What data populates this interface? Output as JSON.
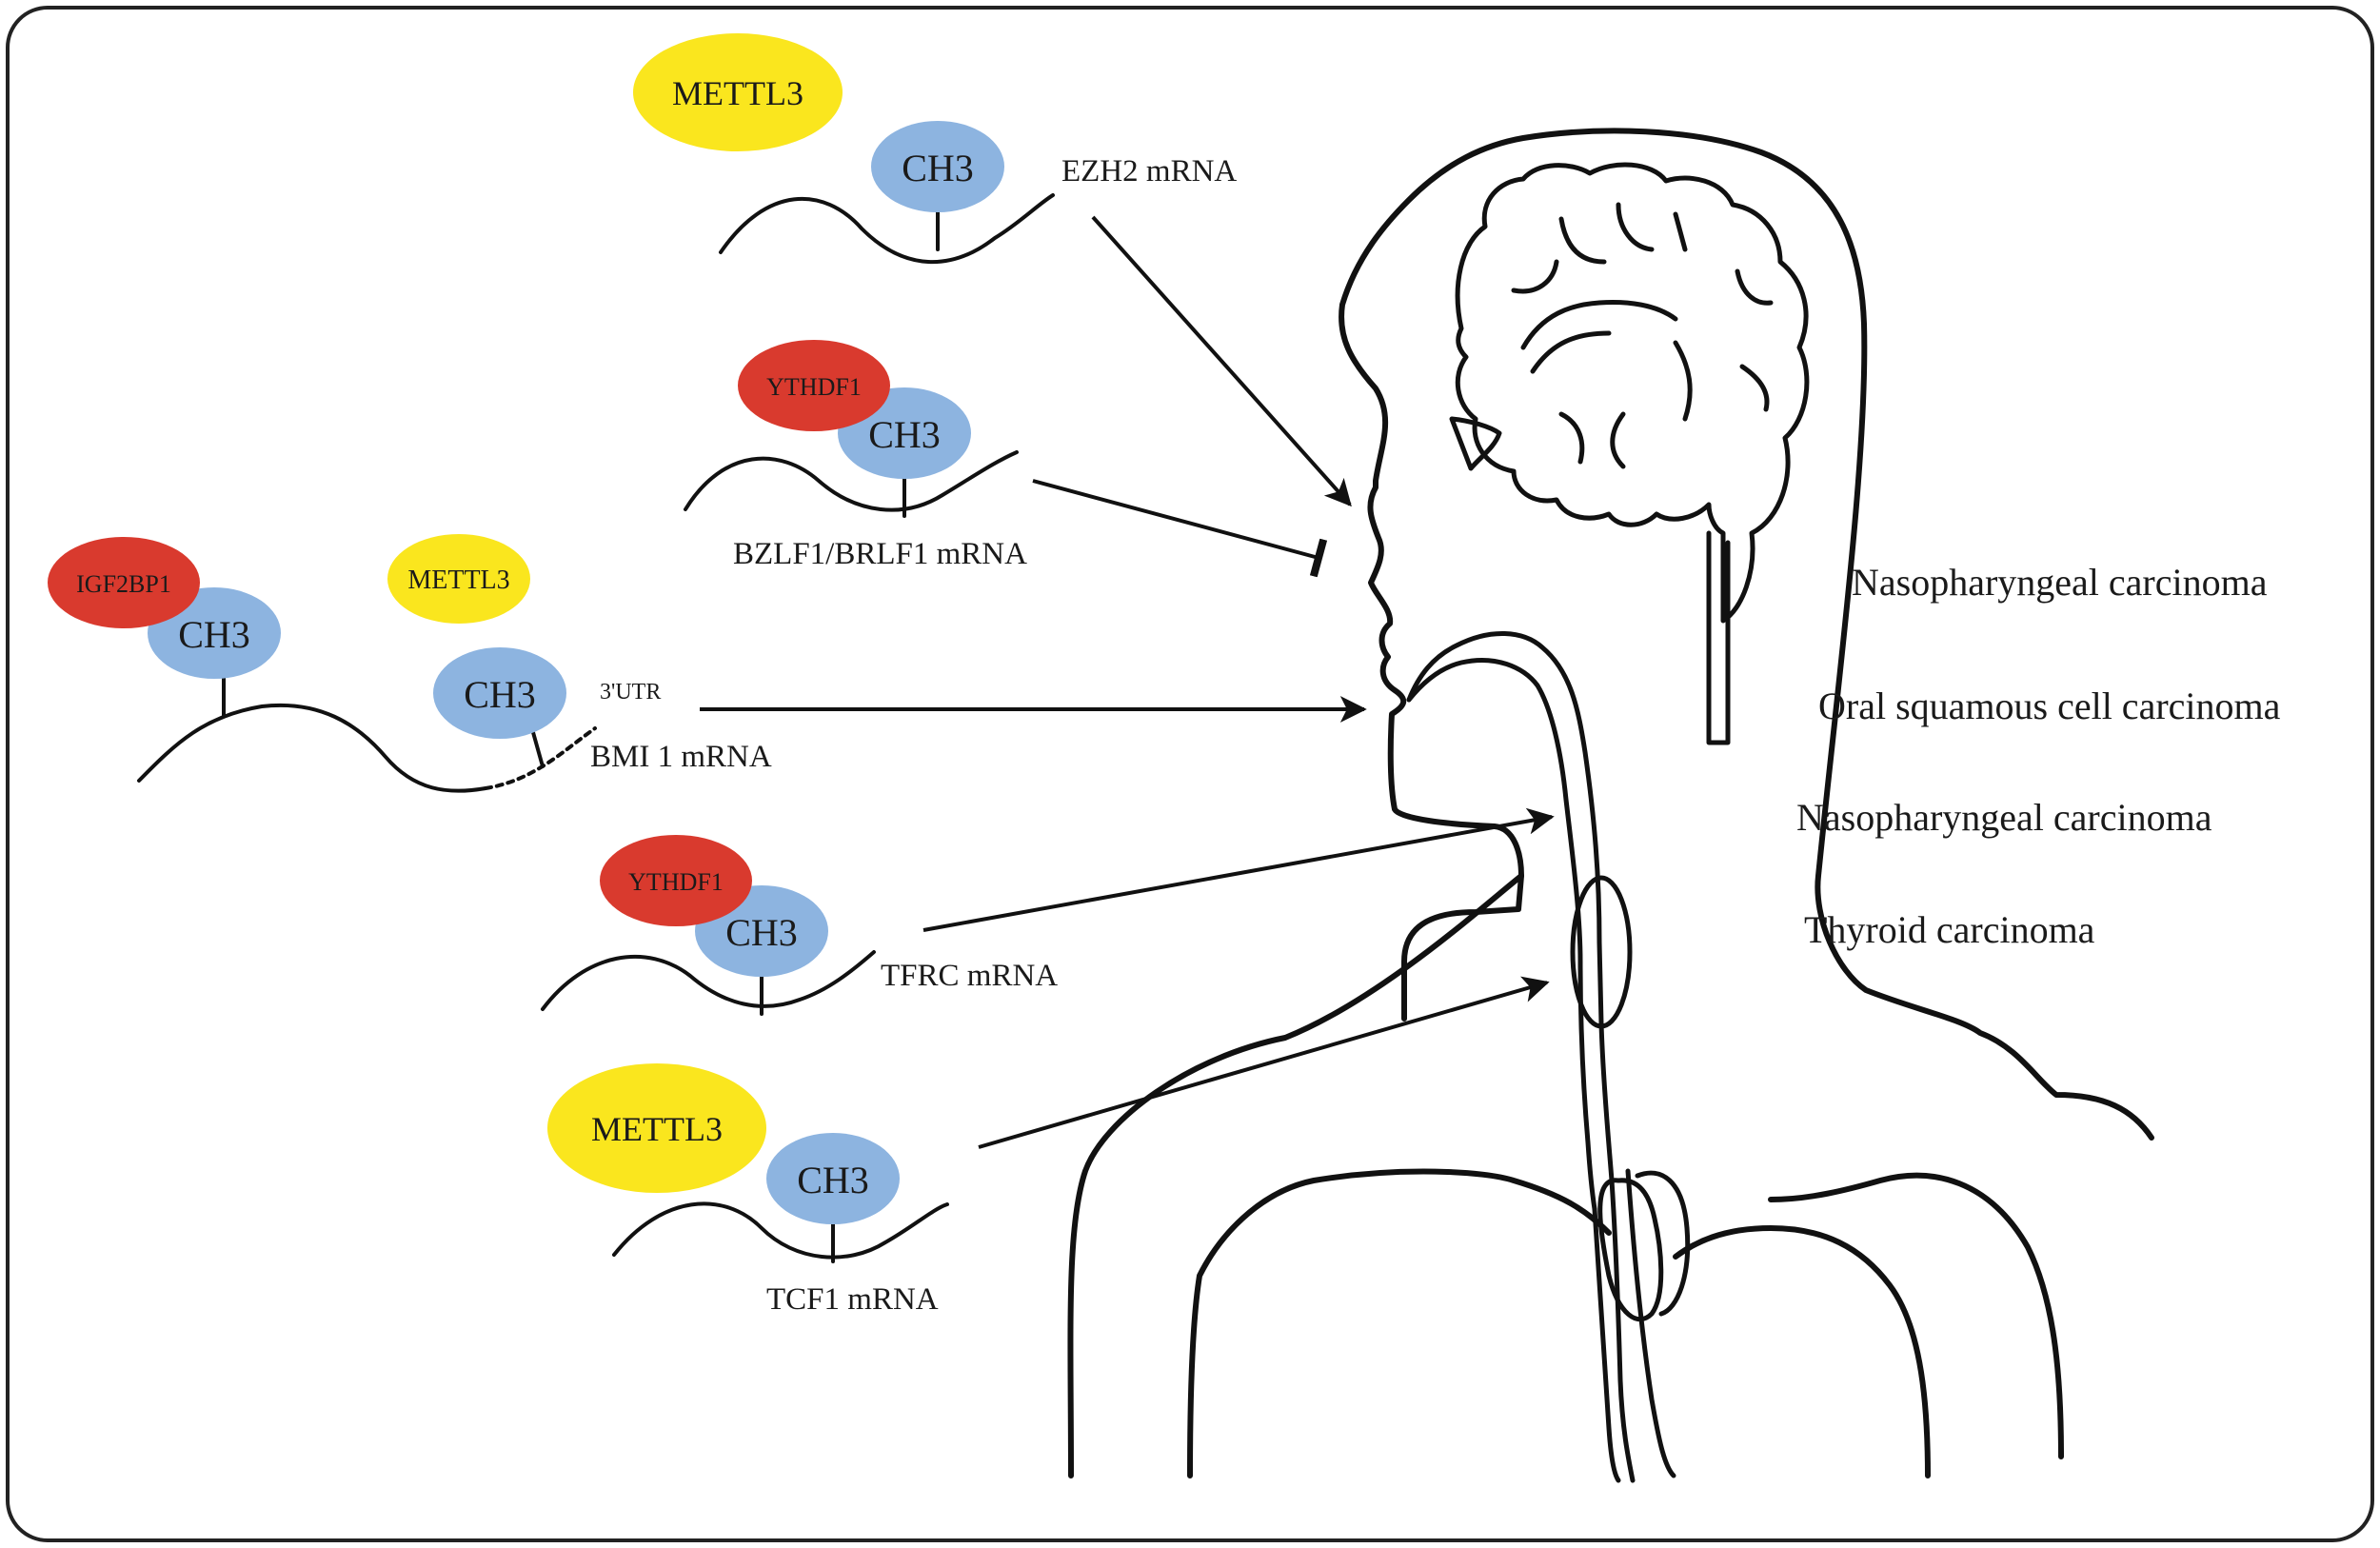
{
  "colors": {
    "border": "#222222",
    "mettl3": "#fae61e",
    "reader": "#d93a2e",
    "ch3": "#8db4e0",
    "line": "#111111"
  },
  "modules": {
    "ezh2": {
      "writer": "METTL3",
      "mark": "CH3",
      "label": "EZH2 mRNA"
    },
    "bzlf1": {
      "reader": "YTHDF1",
      "mark": "CH3",
      "label": "BZLF1/BRLF1 mRNA"
    },
    "bmi1": {
      "reader": "IGF2BP1",
      "mark1": "CH3",
      "writer": "METTL3",
      "mark2": "CH3",
      "utr": "3'UTR",
      "label": "BMI 1 mRNA"
    },
    "tfrc": {
      "reader": "YTHDF1",
      "mark": "CH3",
      "label": "TFRC mRNA"
    },
    "tcf1": {
      "writer": "METTL3",
      "mark": "CH3",
      "label": "TCF1 mRNA"
    }
  },
  "diseases": [
    "Nasopharyngeal carcinoma",
    "Oral squamous cell carcinoma",
    "Nasopharyngeal carcinoma",
    "Thyroid carcinoma"
  ]
}
